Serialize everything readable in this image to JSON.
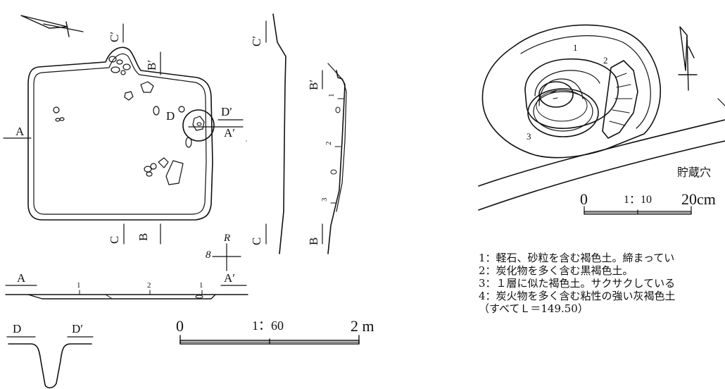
{
  "plan": {
    "sections": {
      "a": "A",
      "a_prime": "A′",
      "b": "B",
      "b_prime": "B′",
      "c": "C",
      "c_prime": "C′",
      "d": "D",
      "d_prime": "D′"
    },
    "grid_labels": {
      "one": "1",
      "two": "2",
      "three": "3"
    },
    "north_marker": {
      "r": "R",
      "eight": "8"
    },
    "scale": {
      "zero": "0",
      "ratio": "1：60",
      "end": "2 m"
    }
  },
  "storage_pit": {
    "title": "貯蔵穴",
    "layers": [
      "1",
      "2",
      "3"
    ],
    "scale": {
      "zero": "0",
      "ratio": "1：10",
      "end": "20cm"
    }
  },
  "legend": [
    "1：軽石、砂粒を含む褐色土。締まってい",
    "2：炭化物を多く含む黒褐色土。",
    "3：１層に似た褐色土。サクサクしている",
    "4：炭火物を多く含む粘性の強い灰褐色土",
    "（すべてＬ＝149.50）"
  ]
}
